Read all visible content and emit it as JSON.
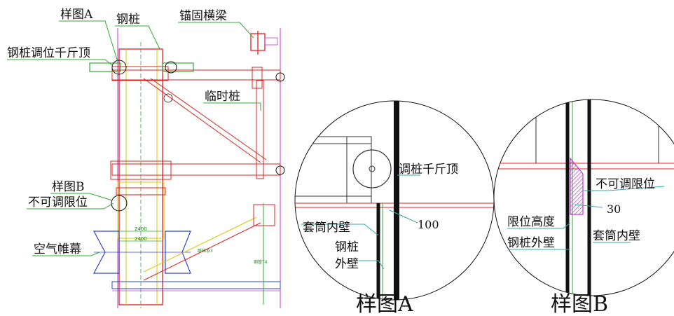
{
  "main_drawing": {
    "labels": {
      "sample_a": "样图A",
      "steel_pile": "钢桩",
      "anchor_beam": "锚固横梁",
      "adjust_jack": "钢桩调位千斤顶",
      "temp_pile": "临时桩",
      "sample_b": "样图B",
      "non_adjustable": "不可调限位",
      "air_curtain": "空气帷幕"
    },
    "dims": [
      "2400",
      "2400"
    ],
    "notes": [
      "联结系3",
      "钢管T4"
    ]
  },
  "detail_a": {
    "caption": "样图A",
    "labels": {
      "jack": "调桩千斤顶",
      "sleeve_inner": "套筒内壁",
      "gap": "100",
      "pile_outer_1": "钢桩",
      "pile_outer_2": "外壁"
    }
  },
  "detail_b": {
    "caption": "样图B",
    "labels": {
      "non_adjustable": "不可调限位",
      "gap": "30",
      "limit_height": "限位高度",
      "sleeve_inner": "套筒内壁",
      "pile_outer": "钢桩外壁"
    }
  },
  "colors": {
    "red": "#e02020",
    "green": "#33aa33",
    "magenta": "#c03ad0",
    "blue": "#3344cc",
    "yellow": "#d8c800",
    "black": "#111111",
    "teal": "#3aa6a6"
  }
}
